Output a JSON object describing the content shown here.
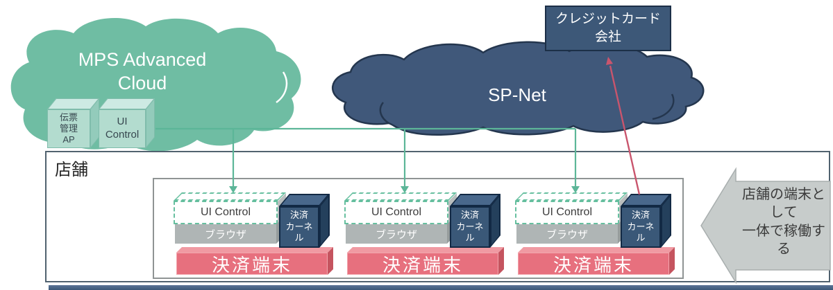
{
  "mps_cloud": {
    "label": "MPS Advanced Cloud",
    "fill": "#6fbda3"
  },
  "mps_modules": {
    "slip_ap": "伝票管理AP",
    "ui_control": "UI Control"
  },
  "spnet_cloud": {
    "label": "SP-Net",
    "fill": "#40587a",
    "border": "#24364e"
  },
  "credit_card": {
    "label": "クレジットカード会社",
    "fill": "#3d5878"
  },
  "store": {
    "label": "店舗"
  },
  "terminals": [
    {
      "ui": "UI Control",
      "browser": "ブラウザ",
      "kernel_line1": "決済",
      "kernel_line2": "カーネル",
      "device": "決済端末"
    },
    {
      "ui": "UI Control",
      "browser": "ブラウザ",
      "kernel_line1": "決済",
      "kernel_line2": "カーネル",
      "device": "決済端末"
    },
    {
      "ui": "UI Control",
      "browser": "ブラウザ",
      "kernel_line1": "決済",
      "kernel_line2": "カーネル",
      "device": "決済端末"
    }
  ],
  "side_note": {
    "line1": "店舗の端末として",
    "line2": "一体で稼働する"
  },
  "connections": [
    {
      "from": "UI Control (MPS Advanced Cloud)",
      "to": "UI Control (各決済端末)",
      "color": "#5cb698"
    },
    {
      "from": "決済カーネル (右端末)",
      "to": "クレジットカード会社",
      "color": "#c9556d"
    }
  ],
  "colors": {
    "cloud_green": "#6fbda3",
    "module_green": "#b3dccf",
    "navy": "#3a5878",
    "navy_border": "#122944",
    "terminal_red": "#e7707e",
    "browser_gray": "#afb5b5",
    "connector_green": "#5cb698",
    "credit_arrow_red": "#c9556d",
    "note_gray": "#c7cccb"
  }
}
